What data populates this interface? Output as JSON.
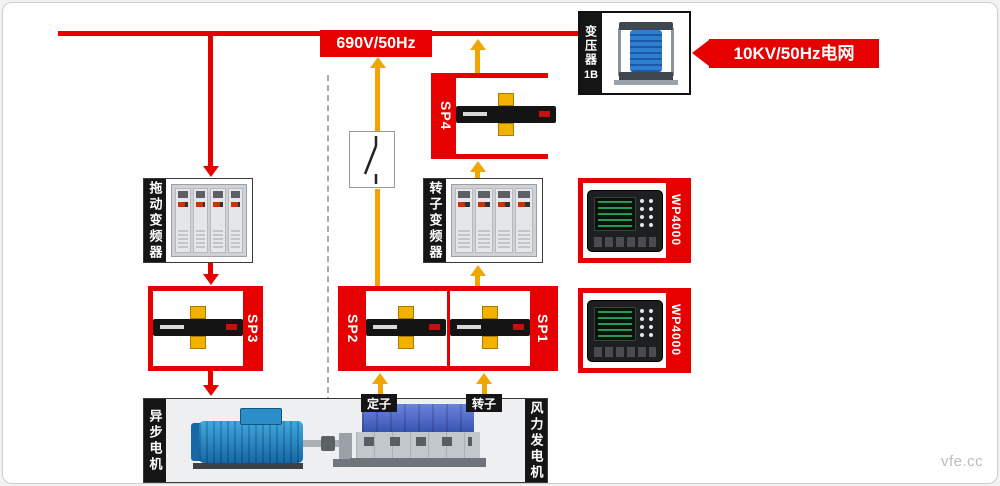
{
  "colors": {
    "red": "#e60000",
    "yellow": "#f0a500",
    "label_black": "#151515"
  },
  "top": {
    "bus_voltage": "690V/50Hz",
    "grid": "10KV/50Hz电网",
    "transformer_name": "变压器",
    "transformer_id": "1B"
  },
  "left_chain": {
    "drive_inverter": "拖动变频器",
    "sp3": "SP3",
    "async_motor": "异步电机"
  },
  "center_chain": {
    "sp4": "SP4",
    "rotor_inverter": "转子变频器",
    "sp2": "SP2",
    "sp1": "SP1",
    "stator": "定子",
    "rotor": "转子",
    "wind_generator": "风力发电机"
  },
  "right_column": {
    "wp4000_top": "WP4000",
    "wp4000_bottom": "WP4000"
  },
  "watermark": "vfe.cc"
}
